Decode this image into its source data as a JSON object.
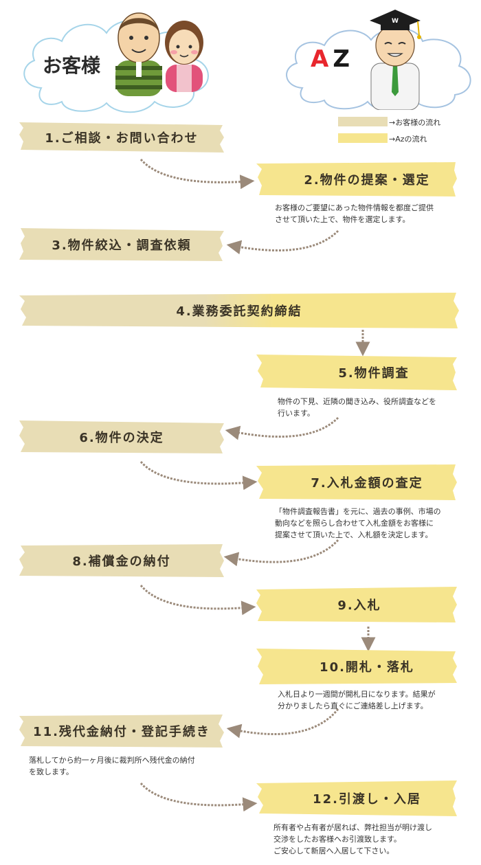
{
  "header": {
    "customer_label": "お客様",
    "az_label_a": "A",
    "az_label_z": "Z",
    "hat_letter": "W"
  },
  "legend": {
    "customer_flow": "→お客様の流れ",
    "az_flow": "→Azの流れ"
  },
  "colors": {
    "customer_tape": "#e8ddb5",
    "az_tape": "#f6e58e",
    "arrow": "#9b8a7a",
    "cloud_left": "#a5d4e9",
    "cloud_right": "#a5c3e1"
  },
  "steps": [
    {
      "label": "1.ご相談・お問い合わせ",
      "owner": "customer"
    },
    {
      "label": "2.物件の提案・選定",
      "owner": "az",
      "desc": [
        "お客様のご要望にあった物件情報を都度ご提供",
        "させて頂いた上で、物件を選定します。"
      ]
    },
    {
      "label": "3.物件絞込・調査依頼",
      "owner": "customer"
    },
    {
      "label": "4.業務委託契約締結",
      "owner": "both"
    },
    {
      "label": "5.物件調査",
      "owner": "az",
      "desc": [
        "物件の下見、近隣の聞き込み、役所調査などを",
        "行います。"
      ]
    },
    {
      "label": "6.物件の決定",
      "owner": "customer"
    },
    {
      "label": "7.入札金額の査定",
      "owner": "az",
      "desc": [
        "「物件調査報告書」を元に、過去の事例、市場の",
        "動向などを照らし合わせて入札金額をお客様に",
        "提案させて頂いた上で、入札額を決定します。"
      ]
    },
    {
      "label": "8.補償金の納付",
      "owner": "customer"
    },
    {
      "label": "9.入札",
      "owner": "az"
    },
    {
      "label": "10.開札・落札",
      "owner": "az",
      "desc": [
        "入札日より一週間が開札日になります。結果が",
        "分かりましたら直ぐにご連絡差し上げます。"
      ]
    },
    {
      "label": "11.残代金納付・登記手続き",
      "owner": "customer",
      "desc": [
        "落札してから約一ヶ月後に裁判所へ残代金の納付",
        "を致します。"
      ]
    },
    {
      "label": "12.引渡し・入居",
      "owner": "az",
      "desc": [
        "所有者や占有者が居れば、弊社担当が明け渡し",
        "交渉をしたお客様へお引渡致します。",
        "ご安心して新居へ入居して下さい。"
      ]
    }
  ]
}
